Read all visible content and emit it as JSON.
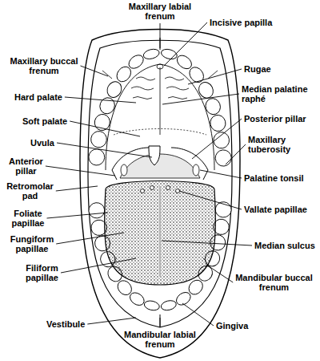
{
  "diagram": {
    "labels": [
      "Maxillary labial frenum",
      "Incisive papilla",
      "Maxillary buccal frenum",
      "Rugae",
      "Median palatine raphé",
      "Hard palate",
      "Posterior pillar",
      "Soft palate",
      "Maxillary tuberosity",
      "Uvula",
      "Anterior pillar",
      "Palatine tonsil",
      "Retromolar pad",
      "Vallate papillae",
      "Foliate papillae",
      "Fungiform papillae",
      "Median sulcus",
      "Filiform papillae",
      "Mandibular buccal frenum",
      "Vestibule",
      "Mandibular labial frenum",
      "Gingiva"
    ]
  }
}
